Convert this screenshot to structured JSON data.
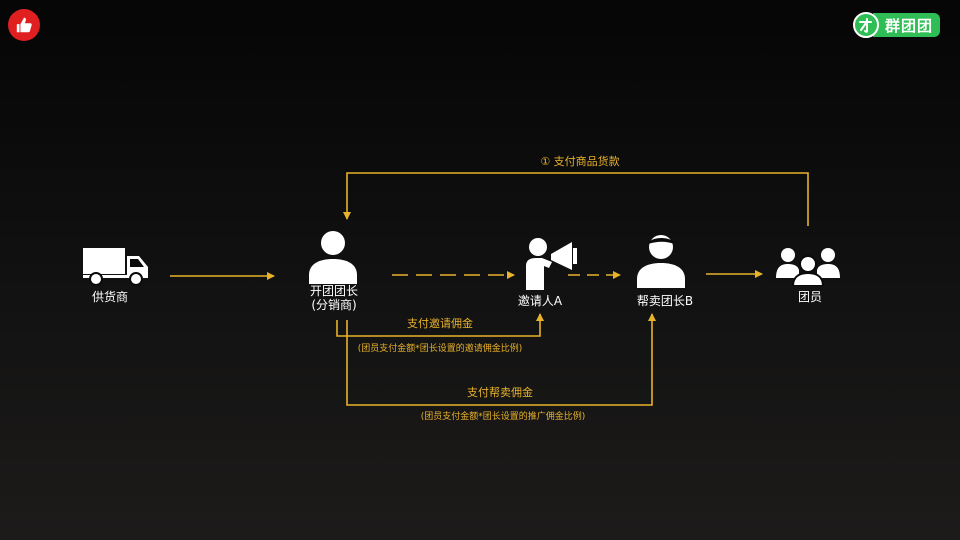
{
  "brand": {
    "name": "群团团",
    "accent": "#2fbe55"
  },
  "corner_button": {
    "icon": "thumbs-up-icon",
    "color": "#e02020"
  },
  "colors": {
    "flow_line": "#e8b22a",
    "node_icon": "#ffffff"
  },
  "nodes": {
    "supplier": {
      "label": "供货商",
      "icon": "truck-icon"
    },
    "leader": {
      "label": "开团团长",
      "sublabel": "(分销商)",
      "icon": "person-icon"
    },
    "inviter": {
      "label": "邀请人A",
      "icon": "megaphone-person-icon"
    },
    "helper": {
      "label": "帮卖团长B",
      "icon": "person-icon"
    },
    "members": {
      "label": "团员",
      "icon": "group-icon"
    }
  },
  "flows": {
    "payment": "① 支付商品货款",
    "invite_commission": "支付邀请佣金",
    "invite_formula": "(团员支付金额*团长设置的邀请佣金比例)",
    "help_commission": "支付帮卖佣金",
    "help_formula": "(团员支付金额*团长设置的推广佣金比例)"
  }
}
